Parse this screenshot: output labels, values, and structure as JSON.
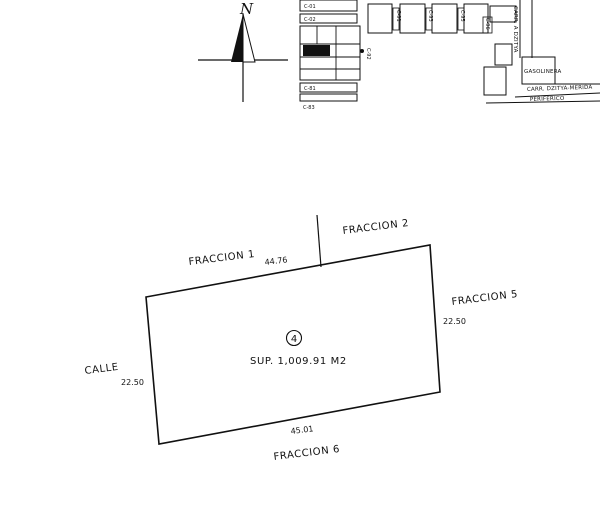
{
  "location_map": {
    "north_symbol": "N",
    "block_labels": {
      "c01": "C-01",
      "c02": "C-02",
      "c81": "C-81",
      "c83": "C-83",
      "c92": "C-92",
      "c91": "C-91",
      "c93": "C-93",
      "c95": "C-95",
      "c96": "C-96"
    },
    "road_labels": {
      "dzitya_road": "CARR. A DZITYA",
      "gas_station": "GASOLINERA",
      "dzitya_merida_road": "CARR. DZITYA-MERIDA",
      "ring_road": "PERIFERICO"
    }
  },
  "plot": {
    "lot_number": "4",
    "area_label": "SUP. 1,009.91 M2",
    "neighbors": {
      "north": "FRACCION 1",
      "north_east": "FRACCION 2",
      "east": "FRACCION 5",
      "south": "FRACCION 6",
      "west": "CALLE"
    },
    "dimensions": {
      "north": "44.76",
      "east": "22.50",
      "south": "45.01",
      "west": "22.50"
    }
  }
}
